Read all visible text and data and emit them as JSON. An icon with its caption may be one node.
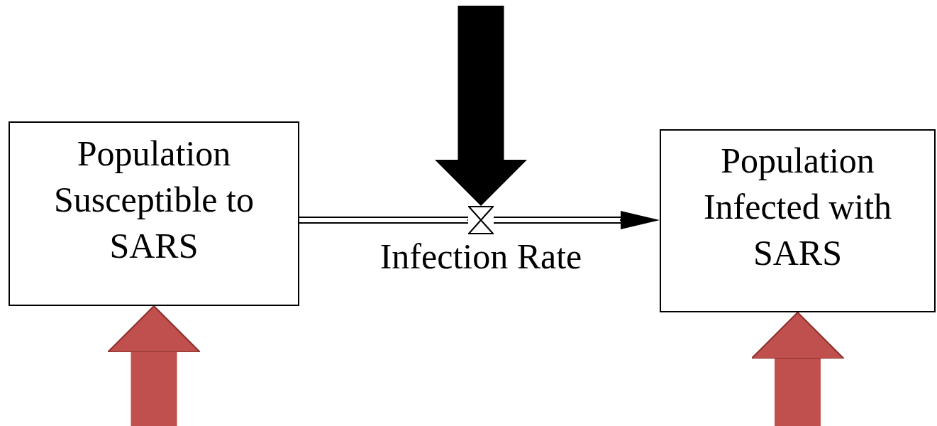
{
  "diagram": {
    "nodes": [
      {
        "text": [
          "Population Susceptible to SARS"
        ]
      },
      {
        "text": [
          "Population Infected with SARS"
        ]
      },
      {
        "text": [],
        "shape": "valve",
        "beside": [
          "Infection Rate"
        ]
      }
    ],
    "edges": [
      {
        "from": 0,
        "to": 2,
        "arrow": "none"
      },
      {
        "from": 2,
        "to": 1,
        "arrow": "to"
      },
      {
        "from": null,
        "to": 2,
        "arrow": "to"
      },
      {
        "from": null,
        "to": 0,
        "arrow": "to",
        "color": "#c0504d"
      },
      {
        "from": null,
        "to": 1,
        "arrow": "to",
        "color": "#c0504d"
      }
    ]
  }
}
